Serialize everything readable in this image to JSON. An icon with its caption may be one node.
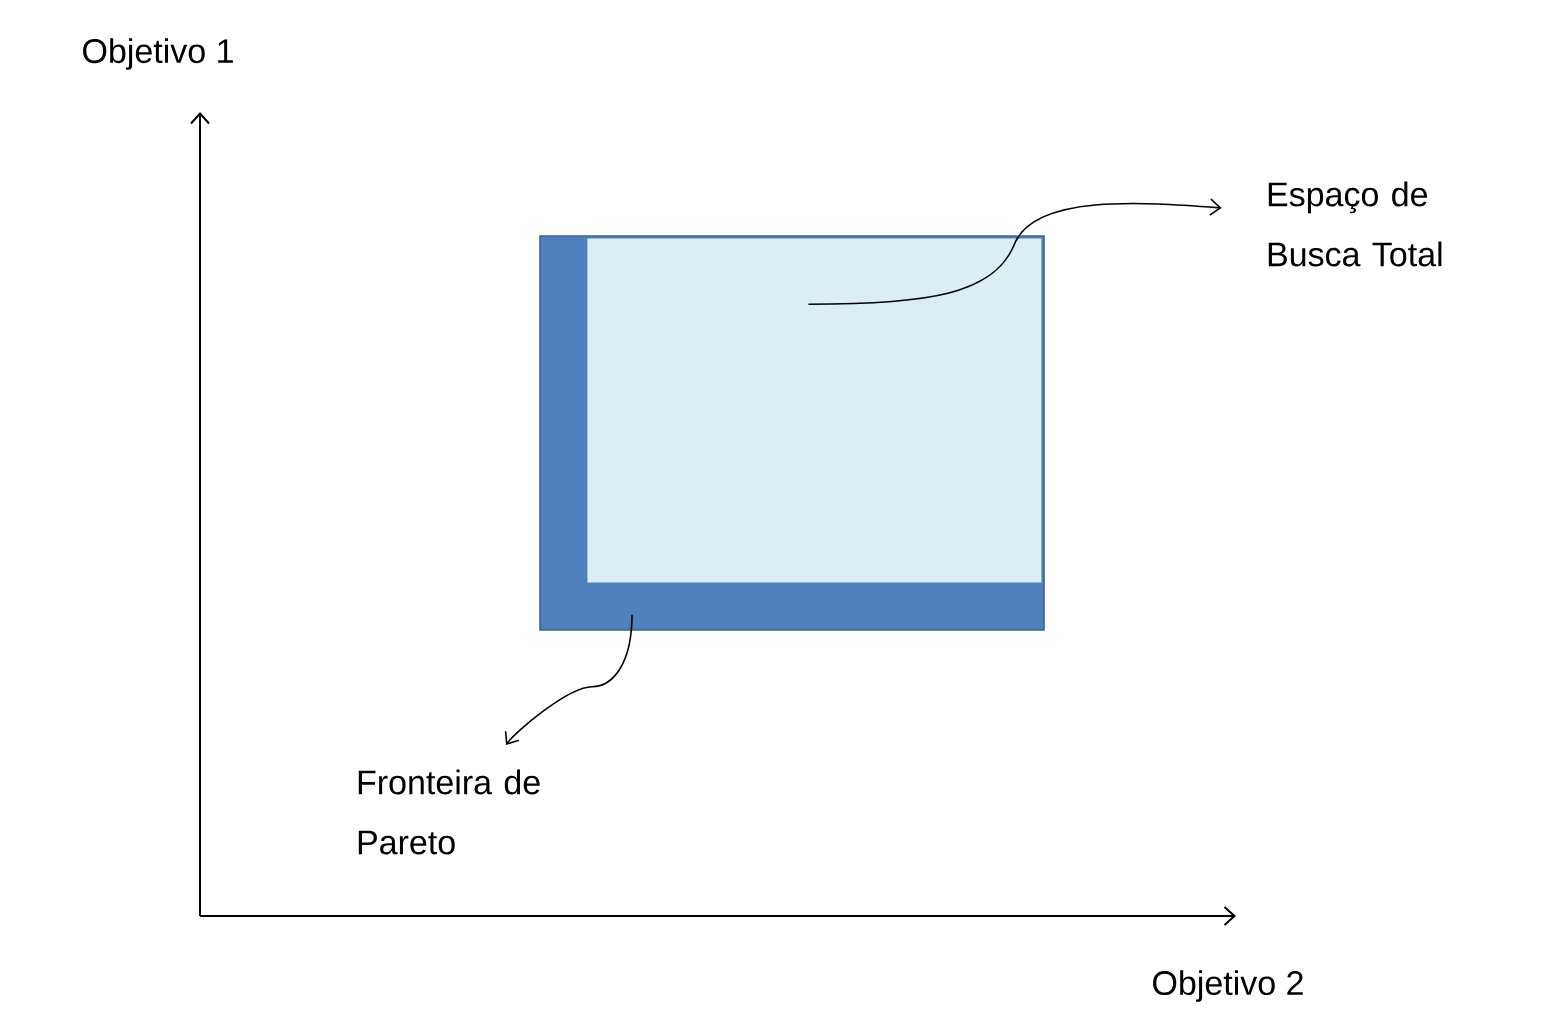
{
  "diagram": {
    "nodes": [
      {
        "text": [],
        "shape": "box"
      },
      {
        "text": [],
        "shape": "box",
        "in": 0
      },
      {
        "text": [
          "Espaço de Busca Total"
        ]
      },
      {
        "text": [
          "Fronteira de Pareto"
        ]
      }
    ],
    "edges": [
      {
        "from": 1,
        "to": 2,
        "arrow": "to"
      },
      {
        "from": 0,
        "to": 3,
        "arrow": "to"
      }
    ],
    "labels": [
      "Objetivo 1",
      "Objetivo 2"
    ]
  }
}
